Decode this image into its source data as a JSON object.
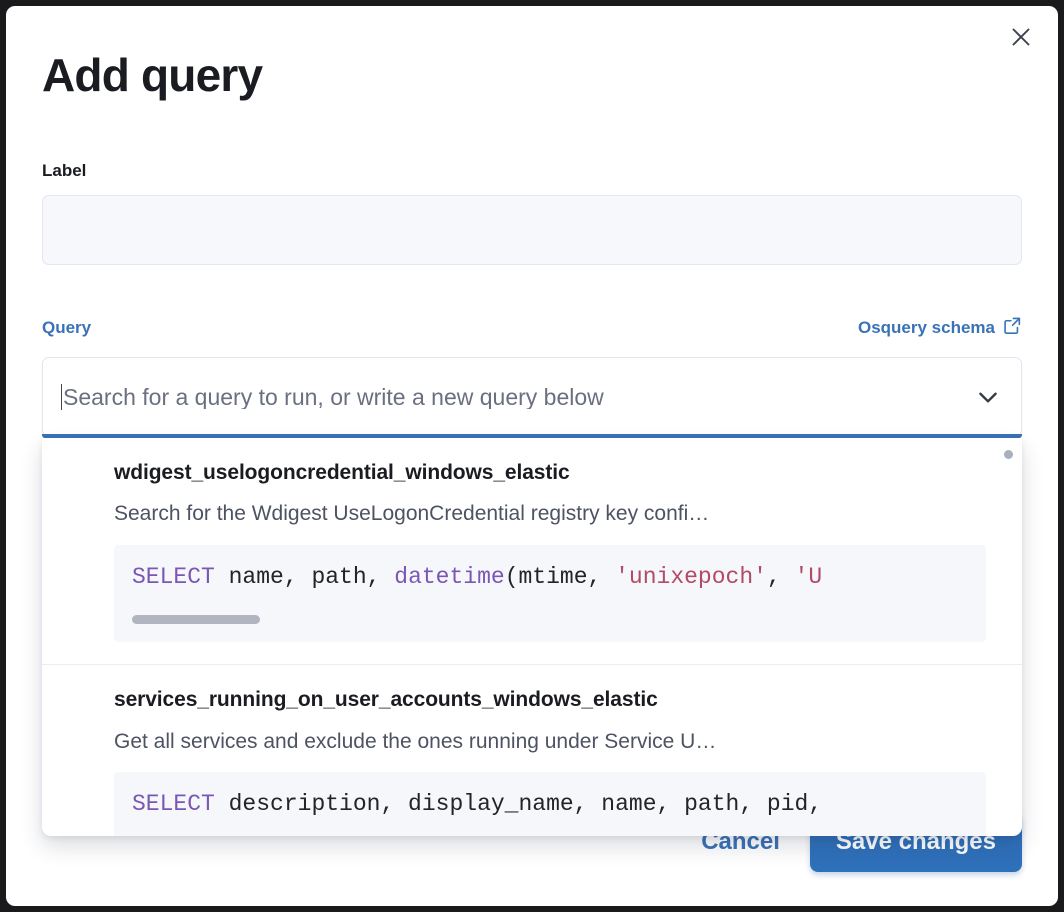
{
  "modal": {
    "title": "Add query",
    "close_icon": "close-icon"
  },
  "label_field": {
    "label": "Label",
    "value": "",
    "placeholder": ""
  },
  "query_section": {
    "label": "Query",
    "schema_link": "Osquery schema",
    "schema_link_icon": "external-link-icon",
    "combobox": {
      "value": "",
      "placeholder": "Search for a query to run, or write a new query below",
      "chevron_icon": "chevron-down-icon"
    }
  },
  "suggestions": [
    {
      "title": "wdigest_uselogoncredential_windows_elastic",
      "description": "Search for the Wdigest UseLogonCredential registry key confi…",
      "code_tokens": [
        {
          "text": "SELECT",
          "type": "keyword"
        },
        {
          "text": " name, path, ",
          "type": "plain"
        },
        {
          "text": "datetime",
          "type": "function"
        },
        {
          "text": "(mtime, ",
          "type": "plain"
        },
        {
          "text": "'unixepoch'",
          "type": "string"
        },
        {
          "text": ", ",
          "type": "plain"
        },
        {
          "text": "'U",
          "type": "string"
        }
      ],
      "code_text": "SELECT name, path, datetime(mtime, 'unixepoch', 'U",
      "has_code_scrollbar": true
    },
    {
      "title": "services_running_on_user_accounts_windows_elastic",
      "description": "Get all services and exclude the ones running under Service U…",
      "code_tokens": [
        {
          "text": "SELECT",
          "type": "keyword"
        },
        {
          "text": " description, display_name, name, path, pid,",
          "type": "plain"
        }
      ],
      "code_text": "SELECT description, display_name, name, path, pid,",
      "has_code_scrollbar": false
    }
  ],
  "footer": {
    "cancel_label": "Cancel",
    "save_label": "Save changes"
  },
  "colors": {
    "accent_blue": "#3a72b8",
    "primary_button": "#2f70ba",
    "keyword_purple": "#7b57b5",
    "string_crimson": "#b14b66",
    "text_dark": "#1a1c21",
    "muted_text": "#4d5362",
    "field_background": "#f7f8fc",
    "code_background": "#f6f7fb"
  }
}
